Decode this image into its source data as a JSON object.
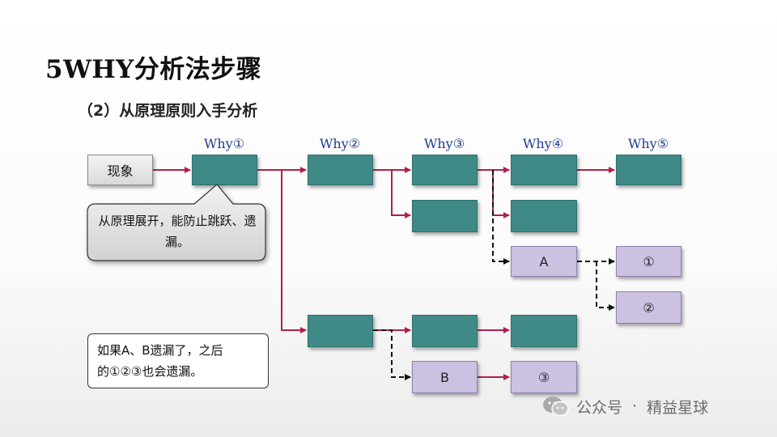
{
  "title": "5WHY分析法步骤",
  "subtitle": "（2）从原理原则入手分析",
  "why_labels": [
    "Why①",
    "Why②",
    "Why③",
    "Why④",
    "Why⑤"
  ],
  "start_box": "现象",
  "boxes": {
    "a": "A",
    "b": "B",
    "c1": "①",
    "c2": "②",
    "c3": "③"
  },
  "callout": "从原理展开，能防止跳跃、遗漏。",
  "note": {
    "line1": "如果A、B遗漏了，之后",
    "line2": "的①②③也会遗漏。"
  },
  "footer": {
    "brand": "公众号",
    "separator": "·",
    "name": "精益星球"
  },
  "colors": {
    "teal": "#3f8a86",
    "purple": "#ccc1e0",
    "arrow": "#b0204a",
    "label": "#1f3d8f"
  }
}
